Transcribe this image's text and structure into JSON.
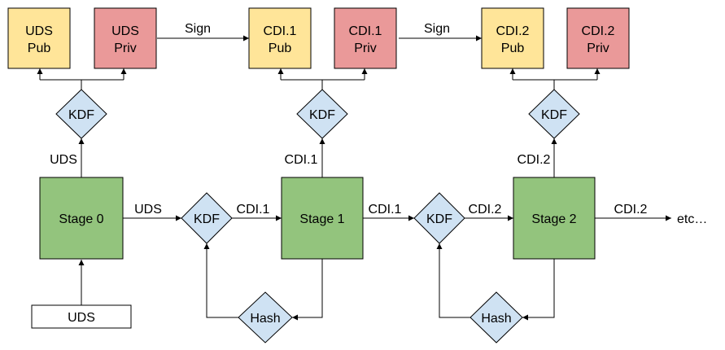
{
  "keys": {
    "uds_pub": [
      "UDS",
      "Pub"
    ],
    "uds_priv": [
      "UDS",
      "Priv"
    ],
    "cdi1_pub": [
      "CDI.1",
      "Pub"
    ],
    "cdi1_priv": [
      "CDI.1",
      "Priv"
    ],
    "cdi2_pub": [
      "CDI.2",
      "Pub"
    ],
    "cdi2_priv": [
      "CDI.2",
      "Priv"
    ]
  },
  "stages": {
    "stage0": "Stage 0",
    "stage1": "Stage 1",
    "stage2": "Stage 2"
  },
  "kdf": "KDF",
  "hash": "Hash",
  "sign": "Sign",
  "uds_input": "UDS",
  "edge_labels": {
    "uds_up": "UDS",
    "uds_right": "UDS",
    "cdi1_after_kdf": "CDI.1",
    "cdi1_up": "CDI.1",
    "cdi1_right": "CDI.1",
    "cdi2_after_kdf": "CDI.2",
    "cdi2_up": "CDI.2",
    "cdi2_right": "CDI.2"
  },
  "etc": "etc…",
  "colors": {
    "pub": "#ffe599",
    "priv": "#ea9999",
    "stage": "#93c47d",
    "kdf": "#cfe2f3"
  }
}
